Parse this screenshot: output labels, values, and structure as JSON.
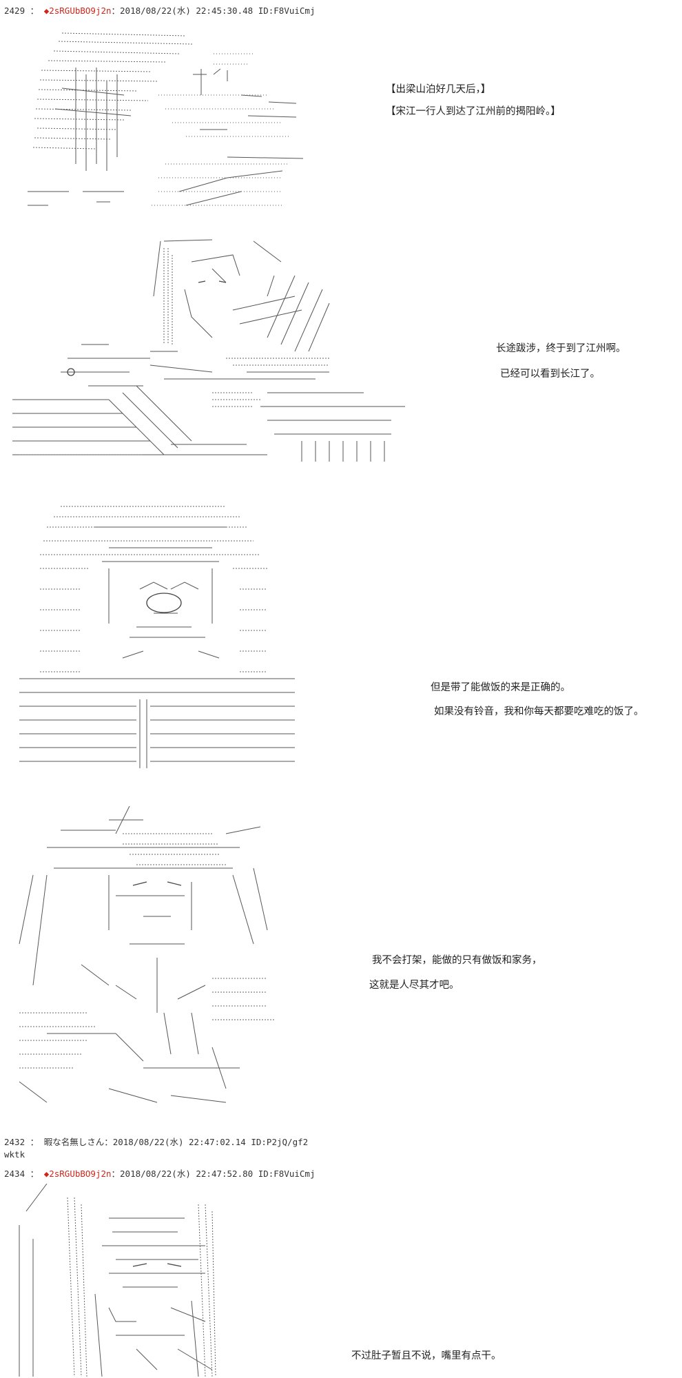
{
  "posts": [
    {
      "number": "2429",
      "sep": "：",
      "trip": "◆2sRGUbBO9j2n",
      "datetime": "：2018/08/22(水) 22:45:30.48",
      "id": "ID:F8VuiCmj"
    },
    {
      "number": "2432",
      "sep": "：",
      "name": "暇な名無しさん",
      "datetime": "：2018/08/22(水) 22:47:02.14",
      "id": "ID:P2jQ/gf2",
      "body": "wktk"
    },
    {
      "number": "2434",
      "sep": "：",
      "trip": "◆2sRGUbBO9j2n",
      "datetime": "：2018/08/22(水) 22:47:52.80",
      "id": "ID:F8VuiCmj"
    }
  ],
  "captions": {
    "p1_line1": "【出梁山泊好几天后，】",
    "p1_line2": "【宋江一行人到达了江州前的揭阳岭。】",
    "p2_line1": "长途跋涉，终于到了江州啊。",
    "p2_line2": "已经可以看到长江了。",
    "p3_line1": "但是带了能做饭的来是正确的。",
    "p3_line2": "如果没有铃音，我和你每天都要吃难吃的饭了。",
    "p4_line1": "我不会打架，能做的只有做饭和家务，",
    "p4_line2": "这就是人尽其才吧。",
    "p5_line1": "不过肚子暂且不说，嘴里有点干。"
  },
  "colors": {
    "trip": "#d0261b",
    "text": "#222222",
    "art": "#555555"
  }
}
